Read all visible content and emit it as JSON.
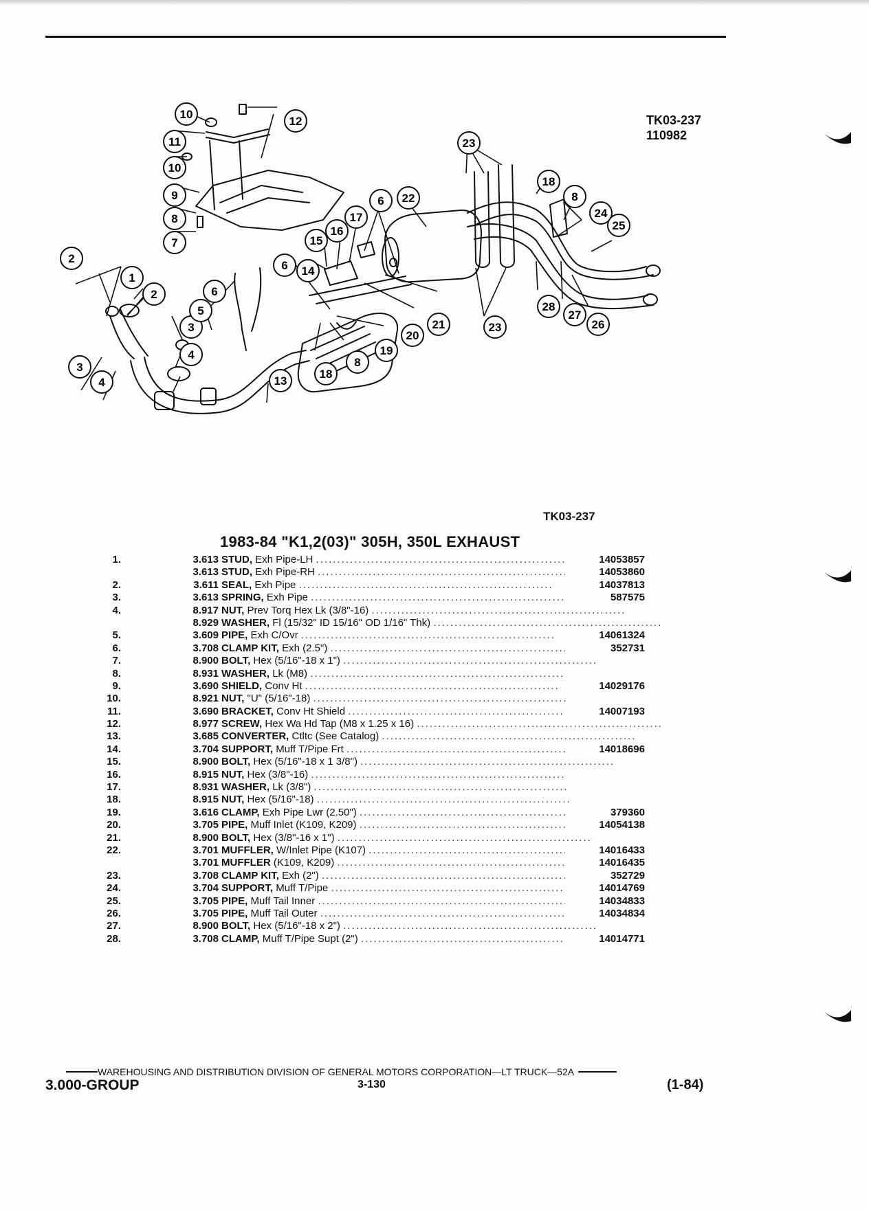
{
  "figure": {
    "code": "TK03-237",
    "date_code": "110982",
    "code_below": "TK03-237"
  },
  "section_title": "1983-84 \"K1,2(03)\" 305H, 350L EXHAUST",
  "parts": [
    {
      "ref": "1.",
      "group": "3.613",
      "name": "STUD,",
      "desc": "Exh Pipe-LH",
      "part": "14053857"
    },
    {
      "ref": "",
      "group": "3.613",
      "name": "STUD,",
      "desc": "Exh Pipe-RH",
      "part": "14053860"
    },
    {
      "ref": "2.",
      "group": "3.611",
      "name": "SEAL,",
      "desc": "Exh Pipe",
      "part": "14037813"
    },
    {
      "ref": "3.",
      "group": "3.613",
      "name": "SPRING,",
      "desc": "Exh Pipe",
      "part": "587575"
    },
    {
      "ref": "4.",
      "group": "8.917",
      "name": "NUT,",
      "desc": "Prev Torq Hex Lk (3/8\"-16)",
      "part": ""
    },
    {
      "ref": "",
      "group": "8.929",
      "name": "WASHER,",
      "desc": "Fl (15/32\" ID 15/16\" OD 1/16\" Thk)",
      "part": ""
    },
    {
      "ref": "5.",
      "group": "3.609",
      "name": "PIPE,",
      "desc": "Exh C/Ovr",
      "part": "14061324"
    },
    {
      "ref": "6.",
      "group": "3.708",
      "name": "CLAMP KIT,",
      "desc": "Exh (2.5\")",
      "part": "352731"
    },
    {
      "ref": "7.",
      "group": "8.900",
      "name": "BOLT,",
      "desc": "Hex (5/16\"-18 x 1\")",
      "part": ""
    },
    {
      "ref": "8.",
      "group": "8.931",
      "name": "WASHER,",
      "desc": "Lk (M8)",
      "part": ""
    },
    {
      "ref": "9.",
      "group": "3.690",
      "name": "SHIELD,",
      "desc": "Conv Ht",
      "part": "14029176"
    },
    {
      "ref": "10.",
      "group": "8.921",
      "name": "NUT,",
      "desc": "\"U\" (5/16\"-18)",
      "part": ""
    },
    {
      "ref": "11.",
      "group": "3.690",
      "name": "BRACKET,",
      "desc": "Conv Ht Shield",
      "part": "14007193"
    },
    {
      "ref": "12.",
      "group": "8.977",
      "name": "SCREW,",
      "desc": "Hex Wa Hd Tap (M8 x 1.25 x 16)",
      "part": ""
    },
    {
      "ref": "13.",
      "group": "3.685",
      "name": "CONVERTER,",
      "desc": "Ctltc (See Catalog)",
      "part": ""
    },
    {
      "ref": "14.",
      "group": "3.704",
      "name": "SUPPORT,",
      "desc": "Muff T/Pipe Frt",
      "part": "14018696"
    },
    {
      "ref": "15.",
      "group": "8.900",
      "name": "BOLT,",
      "desc": "Hex (5/16\"-18 x 1 3/8\")",
      "part": ""
    },
    {
      "ref": "16.",
      "group": "8.915",
      "name": "NUT,",
      "desc": "Hex (3/8\"-16)",
      "part": ""
    },
    {
      "ref": "17.",
      "group": "8.931",
      "name": "WASHER,",
      "desc": "Lk (3/8\")",
      "part": ""
    },
    {
      "ref": "18.",
      "group": "8.915",
      "name": "NUT,",
      "desc": "Hex (5/16\"-18)",
      "part": ""
    },
    {
      "ref": "19.",
      "group": "3.616",
      "name": "CLAMP,",
      "desc": "Exh Pipe Lwr (2.50\")",
      "part": "379360"
    },
    {
      "ref": "20.",
      "group": "3.705",
      "name": "PIPE,",
      "desc": "Muff Inlet (K109, K209)",
      "part": "14054138"
    },
    {
      "ref": "21.",
      "group": "8.900",
      "name": "BOLT,",
      "desc": "Hex (3/8\"-16 x 1\")",
      "part": ""
    },
    {
      "ref": "22.",
      "group": "3.701",
      "name": "MUFFLER,",
      "desc": "W/Inlet Pipe (K107)",
      "part": "14016433"
    },
    {
      "ref": "",
      "group": "3.701",
      "name": "MUFFLER",
      "desc": "(K109, K209)",
      "part": "14016435"
    },
    {
      "ref": "23.",
      "group": "3.708",
      "name": "CLAMP KIT,",
      "desc": "Exh (2\")",
      "part": "352729"
    },
    {
      "ref": "24.",
      "group": "3.704",
      "name": "SUPPORT,",
      "desc": "Muff T/Pipe",
      "part": "14014769"
    },
    {
      "ref": "25.",
      "group": "3.705",
      "name": "PIPE,",
      "desc": "Muff Tail Inner",
      "part": "14034833"
    },
    {
      "ref": "26.",
      "group": "3.705",
      "name": "PIPE,",
      "desc": "Muff Tail Outer",
      "part": "14034834"
    },
    {
      "ref": "27.",
      "group": "8.900",
      "name": "BOLT,",
      "desc": "Hex (5/16\"-18 x 2\")",
      "part": ""
    },
    {
      "ref": "28.",
      "group": "3.708",
      "name": "CLAMP,",
      "desc": "Muff T/Pipe Supt (2\")",
      "part": "14014771"
    }
  ],
  "callouts": [
    "10",
    "12",
    "11",
    "10",
    "9",
    "8",
    "7",
    "2",
    "1",
    "2",
    "3",
    "4",
    "3",
    "4",
    "5",
    "6",
    "13",
    "6",
    "14",
    "15",
    "16",
    "17",
    "6",
    "22",
    "23",
    "18",
    "8",
    "24",
    "25",
    "21",
    "20",
    "19",
    "8",
    "18",
    "23",
    "28",
    "27",
    "26"
  ],
  "footer": {
    "division": "WAREHOUSING AND DISTRIBUTION DIVISION OF GENERAL MOTORS CORPORATION—LT TRUCK—52A",
    "group": "3.000-GROUP",
    "page": "3-130",
    "date": "(1-84)"
  }
}
